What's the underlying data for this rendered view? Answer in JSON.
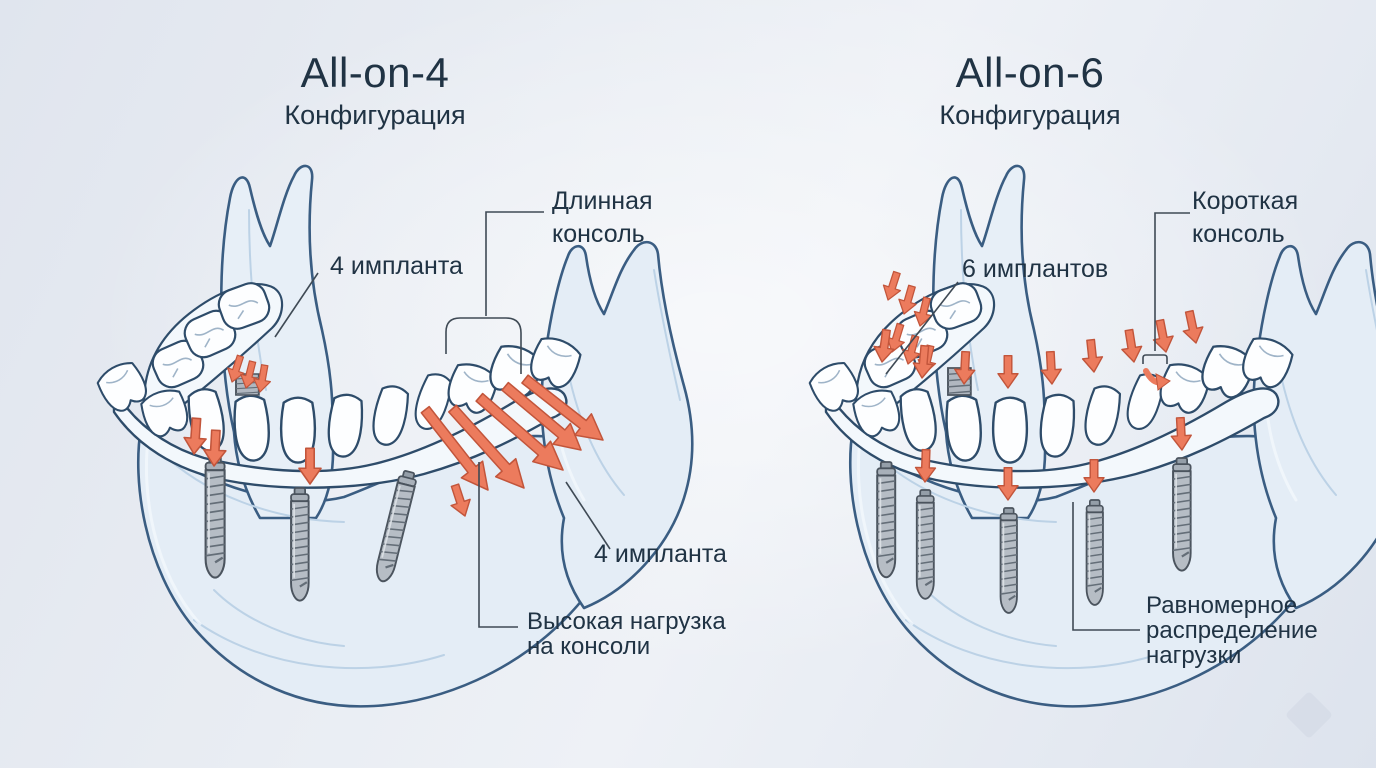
{
  "left": {
    "title": "All-on-4",
    "subtitle": "Конфигурация",
    "labels": {
      "implants_top": "4 импланта",
      "cantilever_l1": "Длинная",
      "cantilever_l2": "консоль",
      "implants_bottom": "4 импланта",
      "load_l1": "Высокая нагрузка",
      "load_l2": "на консоли"
    }
  },
  "right": {
    "title": "All-on-6",
    "subtitle": "Конфигурация",
    "labels": {
      "implants": "6 имплантов",
      "cantilever_l1": "Короткая",
      "cantilever_l2": "консоль",
      "load_l1": "Равномерное",
      "load_l2": "распределение",
      "load_l3": "нагрузки"
    }
  },
  "colors": {
    "arrow": "#ec7b5d",
    "arrow_outline": "#c2553b",
    "bone_outline": "#3a5d82",
    "bone_fill": "#e4edf6",
    "tooth_outline": "#2e4c6a",
    "implant_fill": "#b6bdc5",
    "text": "#203344",
    "background": "#e8ecf3"
  }
}
